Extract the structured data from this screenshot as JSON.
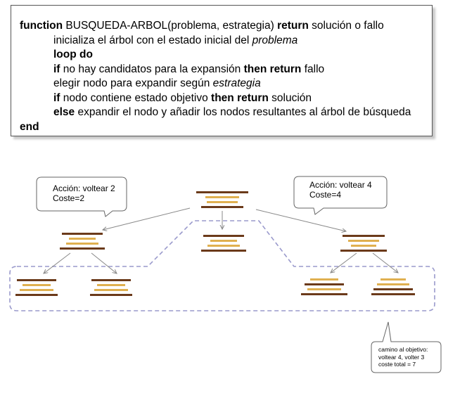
{
  "pseudocode": {
    "l1_kw1": "function",
    "l1_t1": " BUSQUEDA-ARBOL(problema, estrategia) ",
    "l1_kw2": "return",
    "l1_t2": " solución o fallo",
    "l2_t1": "inicializa el árbol con el estado inicial del ",
    "l2_it": "problema",
    "l3_kw": "loop do",
    "l4_kw1": "if",
    "l4_t1": "  no hay candidatos para la expansión ",
    "l4_kw2": "then return",
    "l4_t2": " fallo",
    "l5_t1": "elegir nodo para expandir según ",
    "l5_it": "estrategia",
    "l6_kw1": "if",
    "l6_t1": " nodo contiene estado objetivo ",
    "l6_kw2": "then return",
    "l6_t2": " solución",
    "l7_kw": "else",
    "l7_t1": "  expandir el nodo y añadir los nodos resultantes al árbol de búsqueda",
    "l8_kw": "end"
  },
  "callout_left": {
    "line1": "Acción: voltear 2",
    "line2": "Coste=2"
  },
  "callout_right": {
    "line1": "Acción: voltear 4",
    "line2": "Coste=4"
  },
  "goal_note": {
    "line1": "camino al objetivo:",
    "line2": "voltear 4, volter 3",
    "line3": "coste total = 7"
  },
  "colors": {
    "dark_pancake": "#6b3a1a",
    "light_pancake": "#e0b050",
    "group_border": "#9a9acc",
    "arrow": "#888888"
  }
}
